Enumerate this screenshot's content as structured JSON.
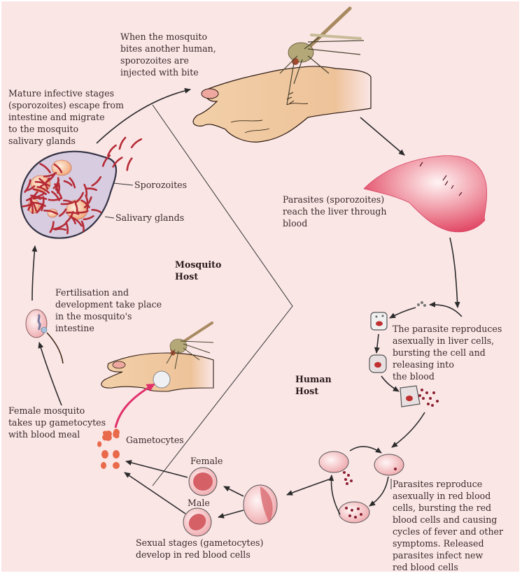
{
  "title": "Life cycle of Plasmodium (malaria parasite)",
  "hosts": {
    "mosquito": [
      "Mosquito",
      "Host"
    ],
    "human": [
      "Human",
      "Host"
    ]
  },
  "labels": {
    "bite": [
      "When the mosquito",
      "bites another human,",
      "sporozoites are",
      "injected with bite"
    ],
    "mature": [
      "Mature infective stages",
      "(sporozoites) escape from",
      "intestine and migrate",
      "to the mosquito",
      "salivary glands"
    ],
    "sporozoites": "Sporozoites",
    "salivary": "Salivary glands",
    "liver": [
      "Parasites (sporozoites)",
      "reach the liver through",
      "blood"
    ],
    "liver_cells": [
      "The parasite reproduces",
      "asexually in liver cells,",
      "bursting the cell and",
      "releasing into",
      "the blood"
    ],
    "fertilisation": [
      "Fertilisation and",
      "development take place",
      "in the mosquito's",
      "intestine"
    ],
    "female_mosquito": [
      "Female mosquito",
      "takes up gametocytes",
      "with blood meal"
    ],
    "gametocytes": "Gametocytes",
    "female": "Female",
    "male": "Male",
    "sexual": [
      "Sexual stages (gametocytes)",
      "develop in red blood cells"
    ],
    "rbc": [
      "Parasites reproduce",
      "asexually in red blood",
      "cells, bursting the red",
      "blood cells and causing",
      "cycles of fever and other",
      "symptoms. Released",
      "parasites infect new",
      "red blood cells"
    ]
  },
  "colors": {
    "background": "#fbe6e6",
    "liver": "#e4526a",
    "skin": "#f2cfa8",
    "parasite": "#b52a35",
    "rbc": "#f5c4c4",
    "arrow_pink": "#e0306a"
  }
}
